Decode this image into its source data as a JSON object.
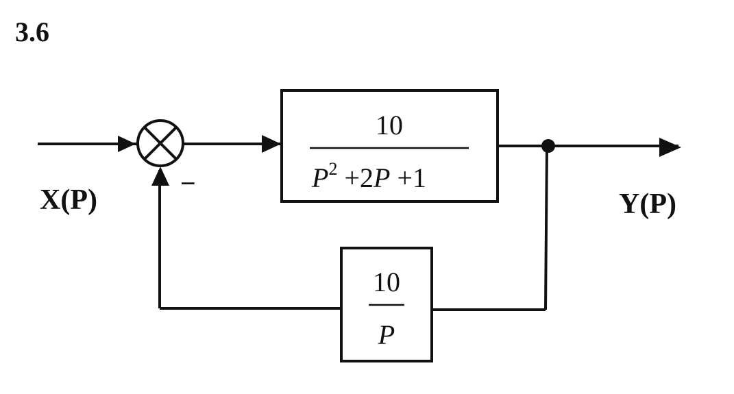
{
  "problem_number": "3.6",
  "input_label": "X(P)",
  "output_label": "Y(P)",
  "feedback_sign": "−",
  "forward_block": {
    "numerator": "10",
    "denominator": {
      "p": "P",
      "p_exponent": "2",
      "rest_plus_1": " +2",
      "p2": "P",
      "rest_plus_2": " +1"
    }
  },
  "feedback_block": {
    "numerator": "10",
    "denominator": "P"
  },
  "colors": {
    "ink": "#111111",
    "background": "#ffffff"
  }
}
